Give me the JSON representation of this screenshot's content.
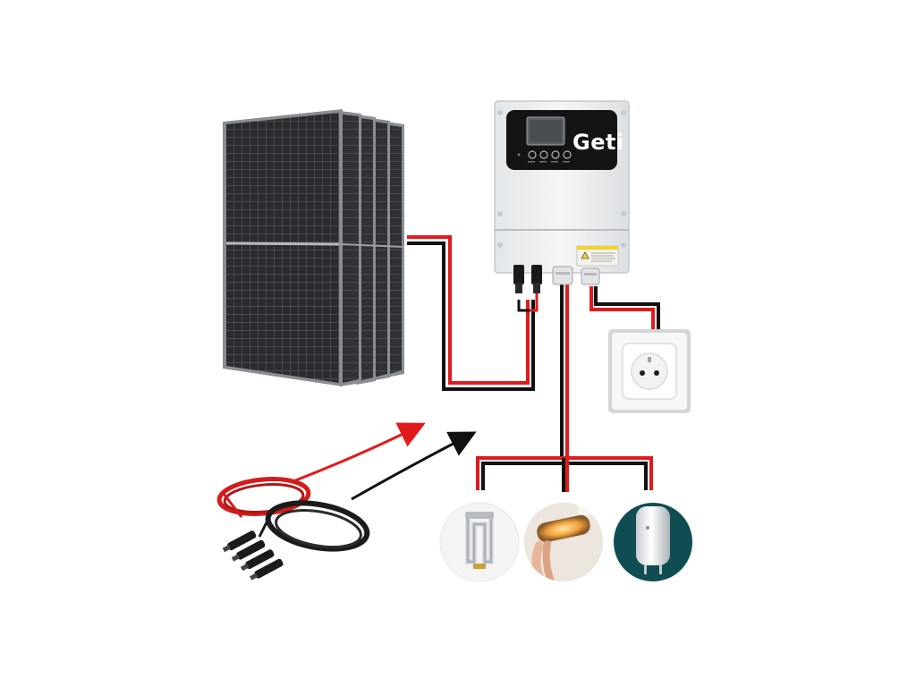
{
  "inverter": {
    "brand": "Geti",
    "button_labels": [
      "",
      "",
      "",
      ""
    ]
  },
  "components": {
    "panels": "solar-panel-set",
    "inverter": "hybrid-inverter",
    "outlet": "wall-socket",
    "cables": "solar-cable-with-mc4-connectors",
    "loads": [
      "immersion-heating-element",
      "infrared-heater",
      "electric-water-heater"
    ]
  },
  "colors": {
    "positive_wire": "#e11b1b",
    "negative_wire": "#111111",
    "panel_cell": "#2b2c2f",
    "panel_frame": "#8a8d91",
    "inverter_body": "#eef0f2",
    "display_panel": "#141414",
    "boiler_bg": "#0f4d52"
  }
}
